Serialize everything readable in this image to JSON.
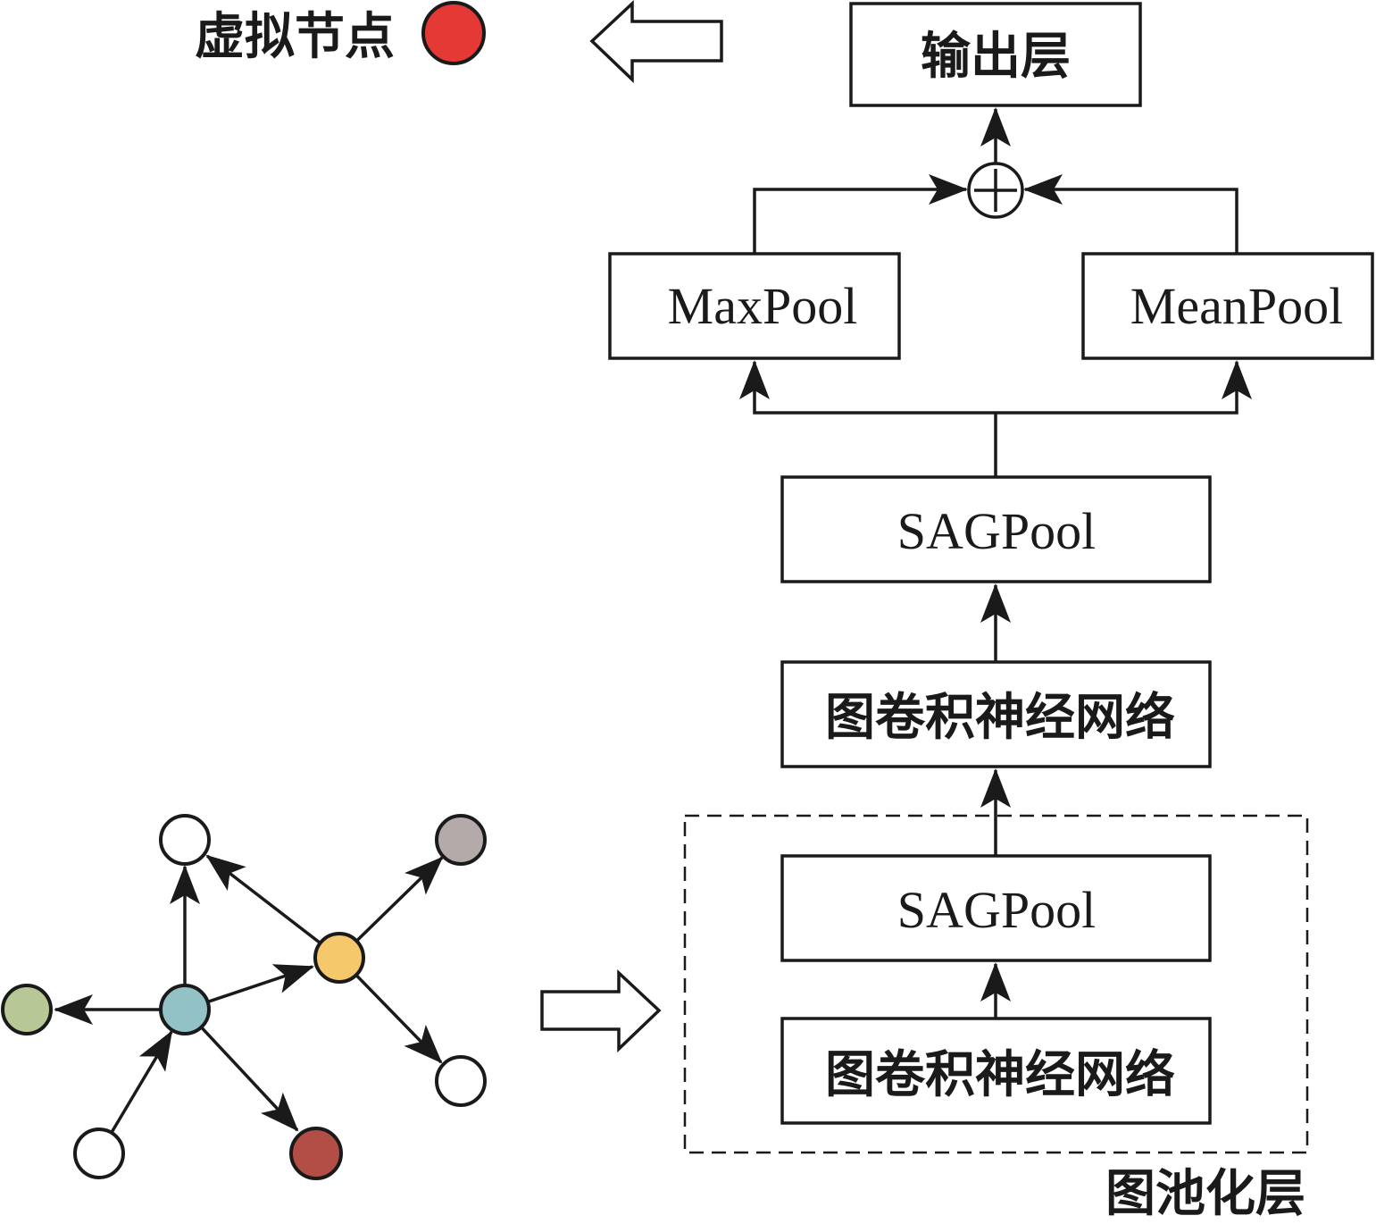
{
  "legend": {
    "label": "虚拟节点",
    "color": "#e53935"
  },
  "blocks": {
    "output": "输出层",
    "max_pool": "MaxPool",
    "mean_pool": "MeanPool",
    "sag_pool_top": "SAGPool",
    "gcn_top": "图卷积神经网络",
    "sag_pool_inner": "SAGPool",
    "gcn_inner": "图卷积神经网络"
  },
  "aggregator_symbol": "+",
  "group": {
    "label": "图池化层"
  },
  "graph": {
    "node_colors": {
      "center": "#92c1c6",
      "hub": "#f5c86c",
      "left": "#b8c796",
      "top_right": "#b3aaa9",
      "bottom": "#b24e46",
      "empty": "#ffffff"
    }
  }
}
